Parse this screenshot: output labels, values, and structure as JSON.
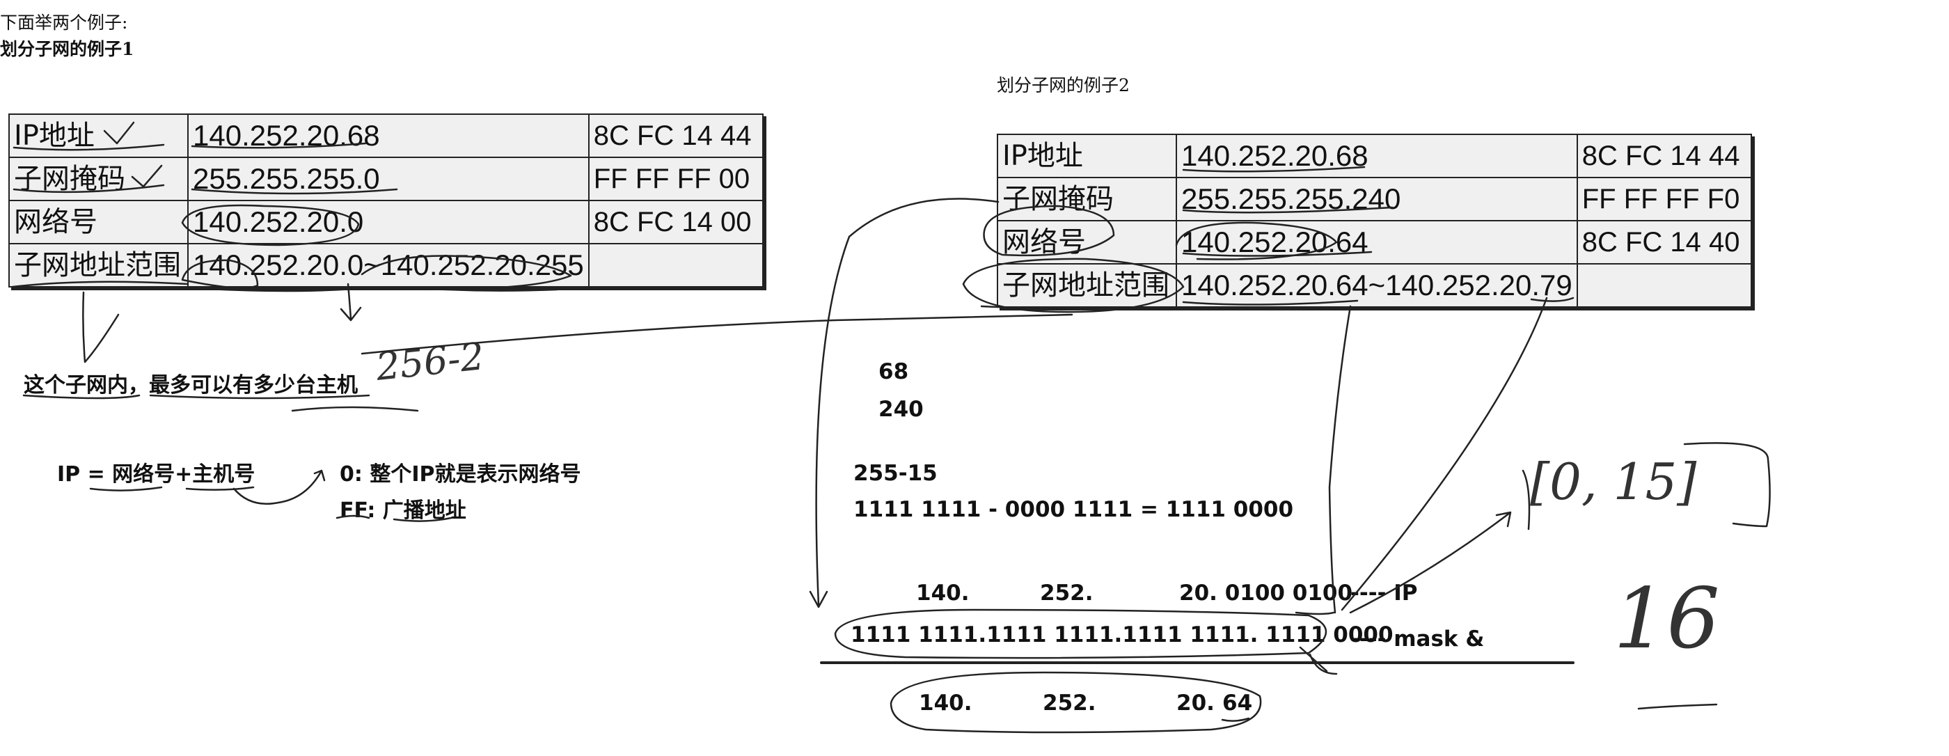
{
  "intro": {
    "line1": "下面举两个例子:",
    "line2": "划分子网的例子1"
  },
  "example2_title": "划分子网的例子2",
  "table1": {
    "rows": [
      {
        "label": "IP地址",
        "value": "140.252.20.68",
        "hex": "8C FC 14 44"
      },
      {
        "label": "子网掩码",
        "value": "255.255.255.0",
        "hex": "FF FF FF 00"
      },
      {
        "label": "网络号",
        "value": "140.252.20.0",
        "hex": "8C FC 14 00"
      },
      {
        "label": "子网地址范围",
        "value": "140.252.20.0~140.252.20.255",
        "hex": ""
      }
    ]
  },
  "table2": {
    "rows": [
      {
        "label": "IP地址",
        "value": "140.252.20.68",
        "hex": "8C FC 14 44"
      },
      {
        "label": "子网掩码",
        "value": "255.255.255.240",
        "hex": "FF FF FF F0"
      },
      {
        "label": "网络号",
        "value": "140.252.20.64",
        "hex": "8C FC 14 40"
      },
      {
        "label": "子网地址范围",
        "value": "140.252.20.64~140.252.20.79",
        "hex": ""
      }
    ]
  },
  "notes": {
    "question": "这个子网内，最多可以有多少台主机",
    "ip_formula": "IP = 网络号+主机号",
    "zero_note": "0:  整个IP就是表示网络号",
    "ff_note": "FF: 广播地址"
  },
  "calc": {
    "v68": "68",
    "v240": "240",
    "sub": "255-15",
    "binary_sub": "1111 1111 - 0000 1111 = 1111 0000",
    "ip_row": {
      "a": "140.",
      "b": "252.",
      "c": "20. 0100 0100",
      "tag": "---- IP"
    },
    "mask_row": {
      "bits": "1111 1111.1111 1111.1111 1111. 1111 0000",
      "tag": "---- mask &"
    },
    "result_row": {
      "a": "140.",
      "b": "252.",
      "c": "20.",
      "d": "64"
    }
  },
  "handwriting": {
    "hosts": "256-2",
    "range": "[0, 15]",
    "count": "16"
  }
}
